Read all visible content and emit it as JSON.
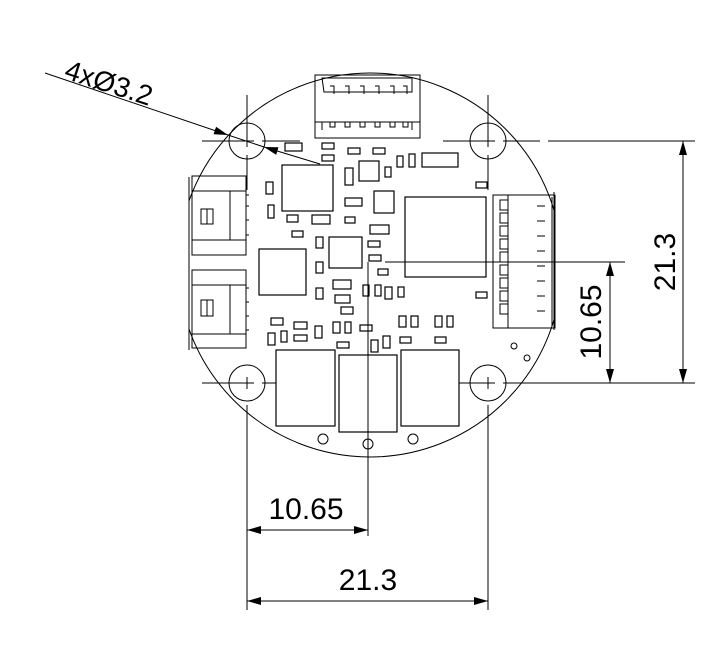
{
  "drawing": {
    "hole_callout": "4xØ3.2",
    "bottom_half_dim": "10.65",
    "bottom_full_dim": "21.3",
    "right_full_dim": "21.3",
    "right_half_dim": "10.65"
  }
}
